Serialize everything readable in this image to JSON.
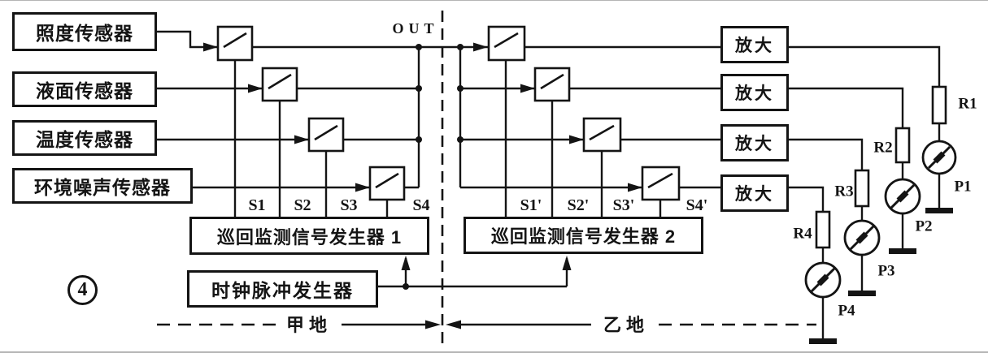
{
  "figure": {
    "number": "4",
    "out_label": "OUT",
    "region_left_label": "甲地",
    "region_right_label": "乙地"
  },
  "sensors": [
    {
      "label": "照度传感器"
    },
    {
      "label": "液面传感器"
    },
    {
      "label": "温度传感器"
    },
    {
      "label": "环境噪声传感器"
    }
  ],
  "switch_labels_left": [
    "S1",
    "S2",
    "S3",
    "S4"
  ],
  "switch_labels_right": [
    "S1'",
    "S2'",
    "S3'",
    "S4'"
  ],
  "generator_left": {
    "label": "巡回监测信号发生器 1"
  },
  "generator_right": {
    "label": "巡回监测信号发生器 2"
  },
  "clock_generator": {
    "label": "时钟脉冲发生器"
  },
  "amplifier_labels": [
    "放大",
    "放大",
    "放大",
    "放大"
  ],
  "resistor_labels": [
    "R1",
    "R2",
    "R3",
    "R4"
  ],
  "meter_labels": [
    "P1",
    "P2",
    "P3",
    "P4"
  ],
  "colors": {
    "ink": "#141414",
    "paper": "#ffffff"
  }
}
